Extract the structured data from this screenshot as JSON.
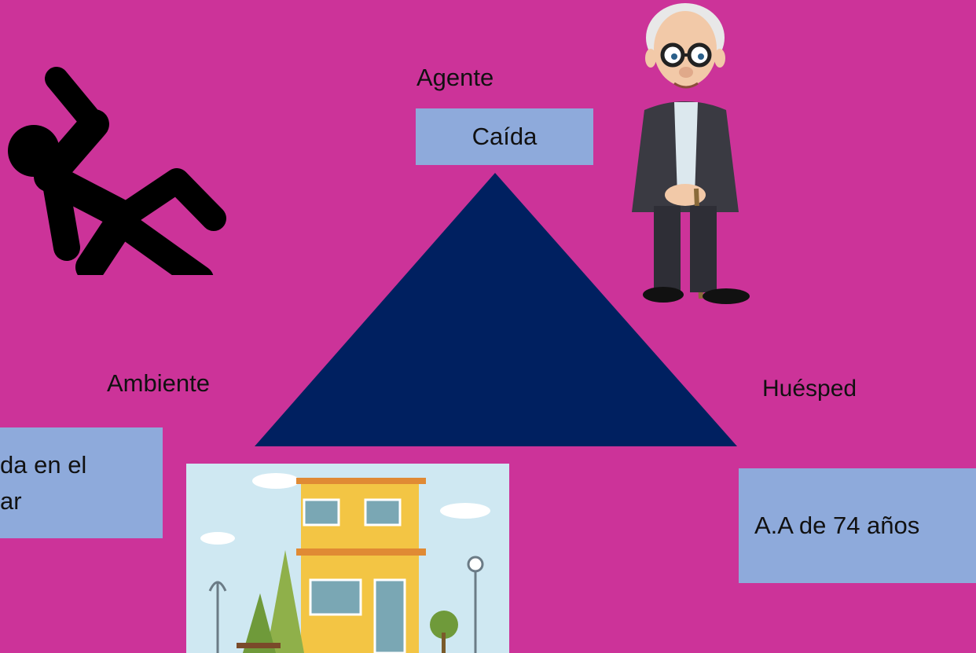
{
  "colors": {
    "background": "#cc3399",
    "triangle": "#002060",
    "box_fill": "#8eaadb"
  },
  "nodes": {
    "agent": {
      "label": "Agente",
      "box_text": "Caída"
    },
    "environment": {
      "label": "Ambiente",
      "box_line1": "da en el",
      "box_line2": "ar"
    },
    "host": {
      "label": "Huésped",
      "box_text": "A.A de 74 años"
    }
  },
  "icons": [
    "falling-person-icon",
    "elderly-man-illustration",
    "house-illustration"
  ]
}
